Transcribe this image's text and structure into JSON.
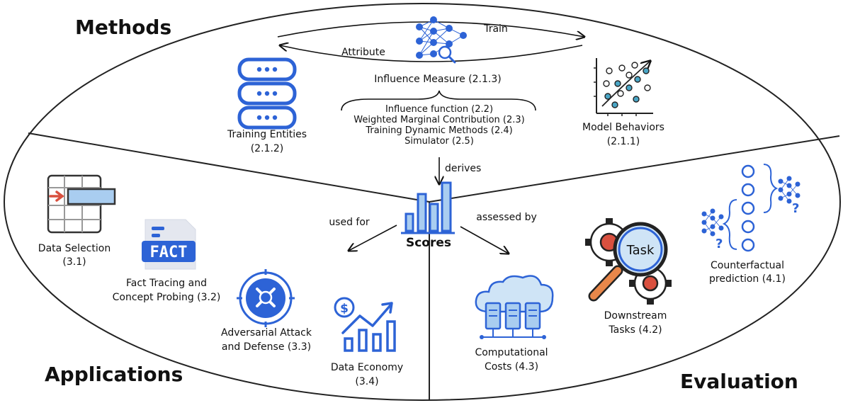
{
  "sections": {
    "methods": "Methods",
    "applications": "Applications",
    "evaluation": "Evaluation"
  },
  "methods": {
    "train": "Train",
    "attribute": "Attribute",
    "influence_measure": "Influence Measure (2.1.3)",
    "method_list": [
      "Influence function (2.2)",
      "Weighted Marginal Contribution (2.3)",
      "Training Dynamic Methods (2.4)",
      "Simulator (2.5)"
    ],
    "training_entities": "Training Entities",
    "training_entities_ref": "(2.1.2)",
    "model_behaviors": "Model Behaviors",
    "model_behaviors_ref": "(2.1.1)",
    "derives": "derives"
  },
  "center": {
    "scores": "Scores",
    "used_for": "used for",
    "assessed_by": "assessed by"
  },
  "applications": {
    "data_selection": "Data Selection",
    "data_selection_ref": "(3.1)",
    "fact_tracing_1": "Fact Tracing and",
    "fact_tracing_2": "Concept Probing (3.2)",
    "adversarial_1": "Adversarial Attack",
    "adversarial_2": "and Defense (3.3)",
    "data_economy": "Data Economy",
    "data_economy_ref": "(3.4)",
    "fact_icon_text": "FACT"
  },
  "evaluation": {
    "computational_1": "Computational",
    "computational_2": "Costs (4.3)",
    "downstream_1": "Downstream",
    "downstream_2": "Tasks (4.2)",
    "counterfactual_1": "Counterfactual",
    "counterfactual_2": "prediction (4.1)",
    "task_icon_text": "Task"
  },
  "colors": {
    "blue": "#2d63d6",
    "light_blue": "#a9cdf0",
    "teal": "#4aa6c6",
    "orange": "#e8874a",
    "red": "#d9503f"
  }
}
